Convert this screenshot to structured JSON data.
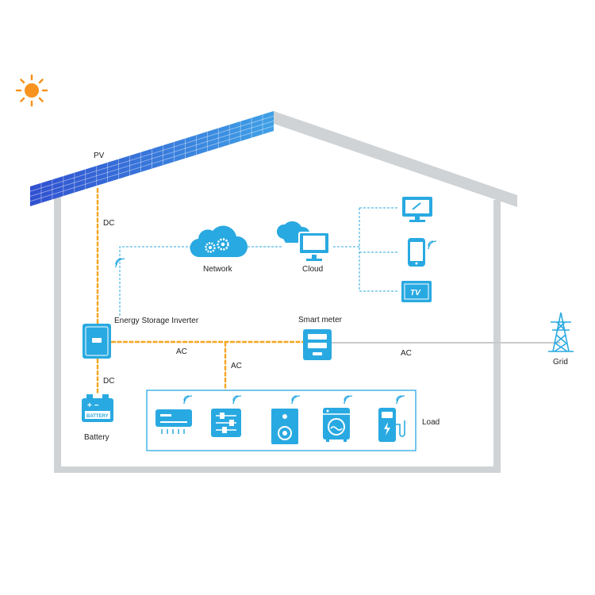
{
  "labels": {
    "pv": "PV",
    "dc_top": "DC",
    "network": "Network",
    "cloud": "Cloud",
    "inverter": "Energy Storage Inverter",
    "smart_meter": "Smart meter",
    "ac_left": "AC",
    "ac_down": "AC",
    "ac_grid": "AC",
    "grid": "Grid",
    "dc_bottom": "DC",
    "battery": "Battery",
    "battery_plate": "BATTERY",
    "battery_terminals": "+ −",
    "tv": "TV",
    "load": "Load"
  },
  "icons": {
    "sun": "sun-icon",
    "network": "cloud-gears-icon",
    "cloud": "cloud-monitor-icon",
    "monitor": "monitor-icon",
    "phone": "smartphone-icon",
    "tv": "tv-icon",
    "inverter": "inverter-icon",
    "meter": "smart-meter-icon",
    "tower": "transmission-tower-icon",
    "battery": "battery-icon",
    "loads": [
      "air-conditioner-icon",
      "control-panel-icon",
      "speaker-icon",
      "washing-machine-icon",
      "ev-charger-icon"
    ]
  },
  "colors": {
    "accent": "#29a9e1",
    "dc_ac_line": "#f5a623",
    "sun": "#f7931e",
    "house": "#cfd3d6",
    "panel": "#3a5fd6",
    "grid_line": "#c8cacc"
  }
}
